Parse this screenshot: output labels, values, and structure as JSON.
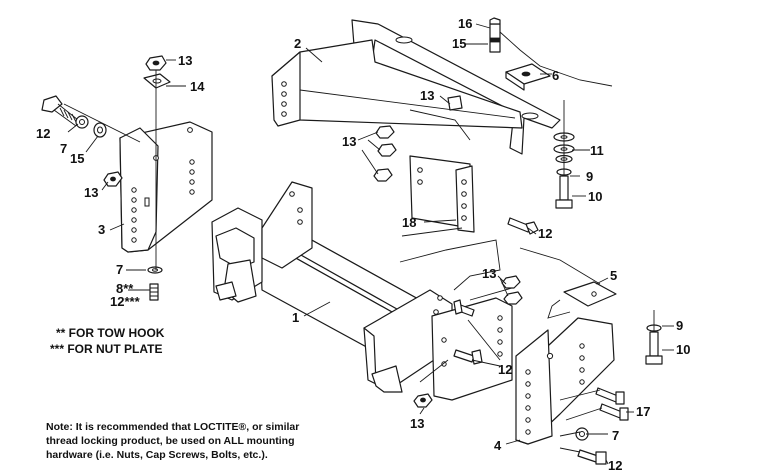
{
  "callouts": {
    "c1": "1",
    "c2": "2",
    "c3": "3",
    "c4": "4",
    "c5": "5",
    "c6": "6",
    "c7a": "7",
    "c7b": "7",
    "c7c": "7",
    "c8": "8**",
    "c9a": "9",
    "c9b": "9",
    "c10a": "10",
    "c10b": "10",
    "c11": "11",
    "c12a": "12",
    "c12b": "12",
    "c12c": "12***",
    "c12d": "12",
    "c12e": "12",
    "c13a": "13",
    "c13b": "13",
    "c13c": "13",
    "c13d": "13",
    "c13e": "13",
    "c13f": "13",
    "c14": "14",
    "c15a": "15",
    "c15b": "15",
    "c16": "16",
    "c17": "17",
    "c18": "18"
  },
  "legend": {
    "tow_hook": "** FOR TOW HOOK",
    "nut_plate": "*** FOR NUT PLATE"
  },
  "note": {
    "line1": "Note: It is recommended that LOCTITE®, or similar",
    "line2": "thread locking product, be used on ALL mounting",
    "line3": "hardware (i.e. Nuts, Cap Screws, Bolts, etc.)."
  }
}
